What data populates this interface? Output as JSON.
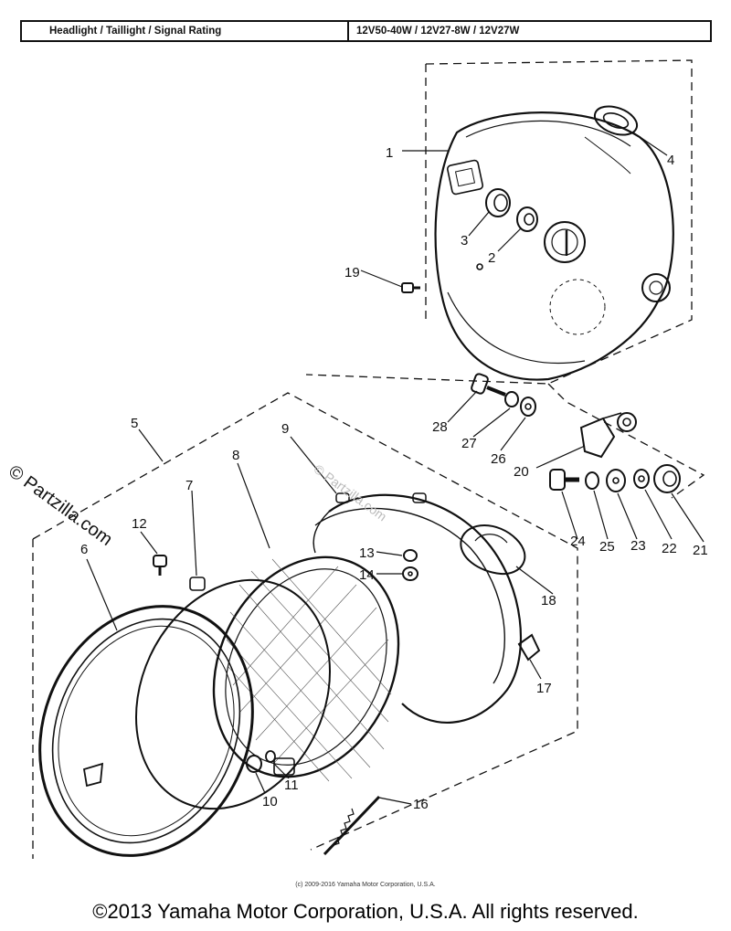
{
  "spec_table": {
    "label": "Headlight / Taillight / Signal Rating",
    "value": "12V50-40W / 12V27-8W / 12V27W"
  },
  "watermark": {
    "main": "© Partzilla.com",
    "faint": "© Partzilla.com"
  },
  "callouts": [
    "1",
    "2",
    "3",
    "4",
    "5",
    "6",
    "7",
    "8",
    "9",
    "10",
    "11",
    "12",
    "13",
    "14",
    "16",
    "17",
    "18",
    "19",
    "20",
    "21",
    "22",
    "23",
    "24",
    "25",
    "26",
    "27",
    "28"
  ],
  "footer": {
    "small": "(c) 2009-2016 Yamaha Motor Corporation, U.S.A.",
    "main": "©2013 Yamaha Motor Corporation, U.S.A. All rights reserved."
  }
}
